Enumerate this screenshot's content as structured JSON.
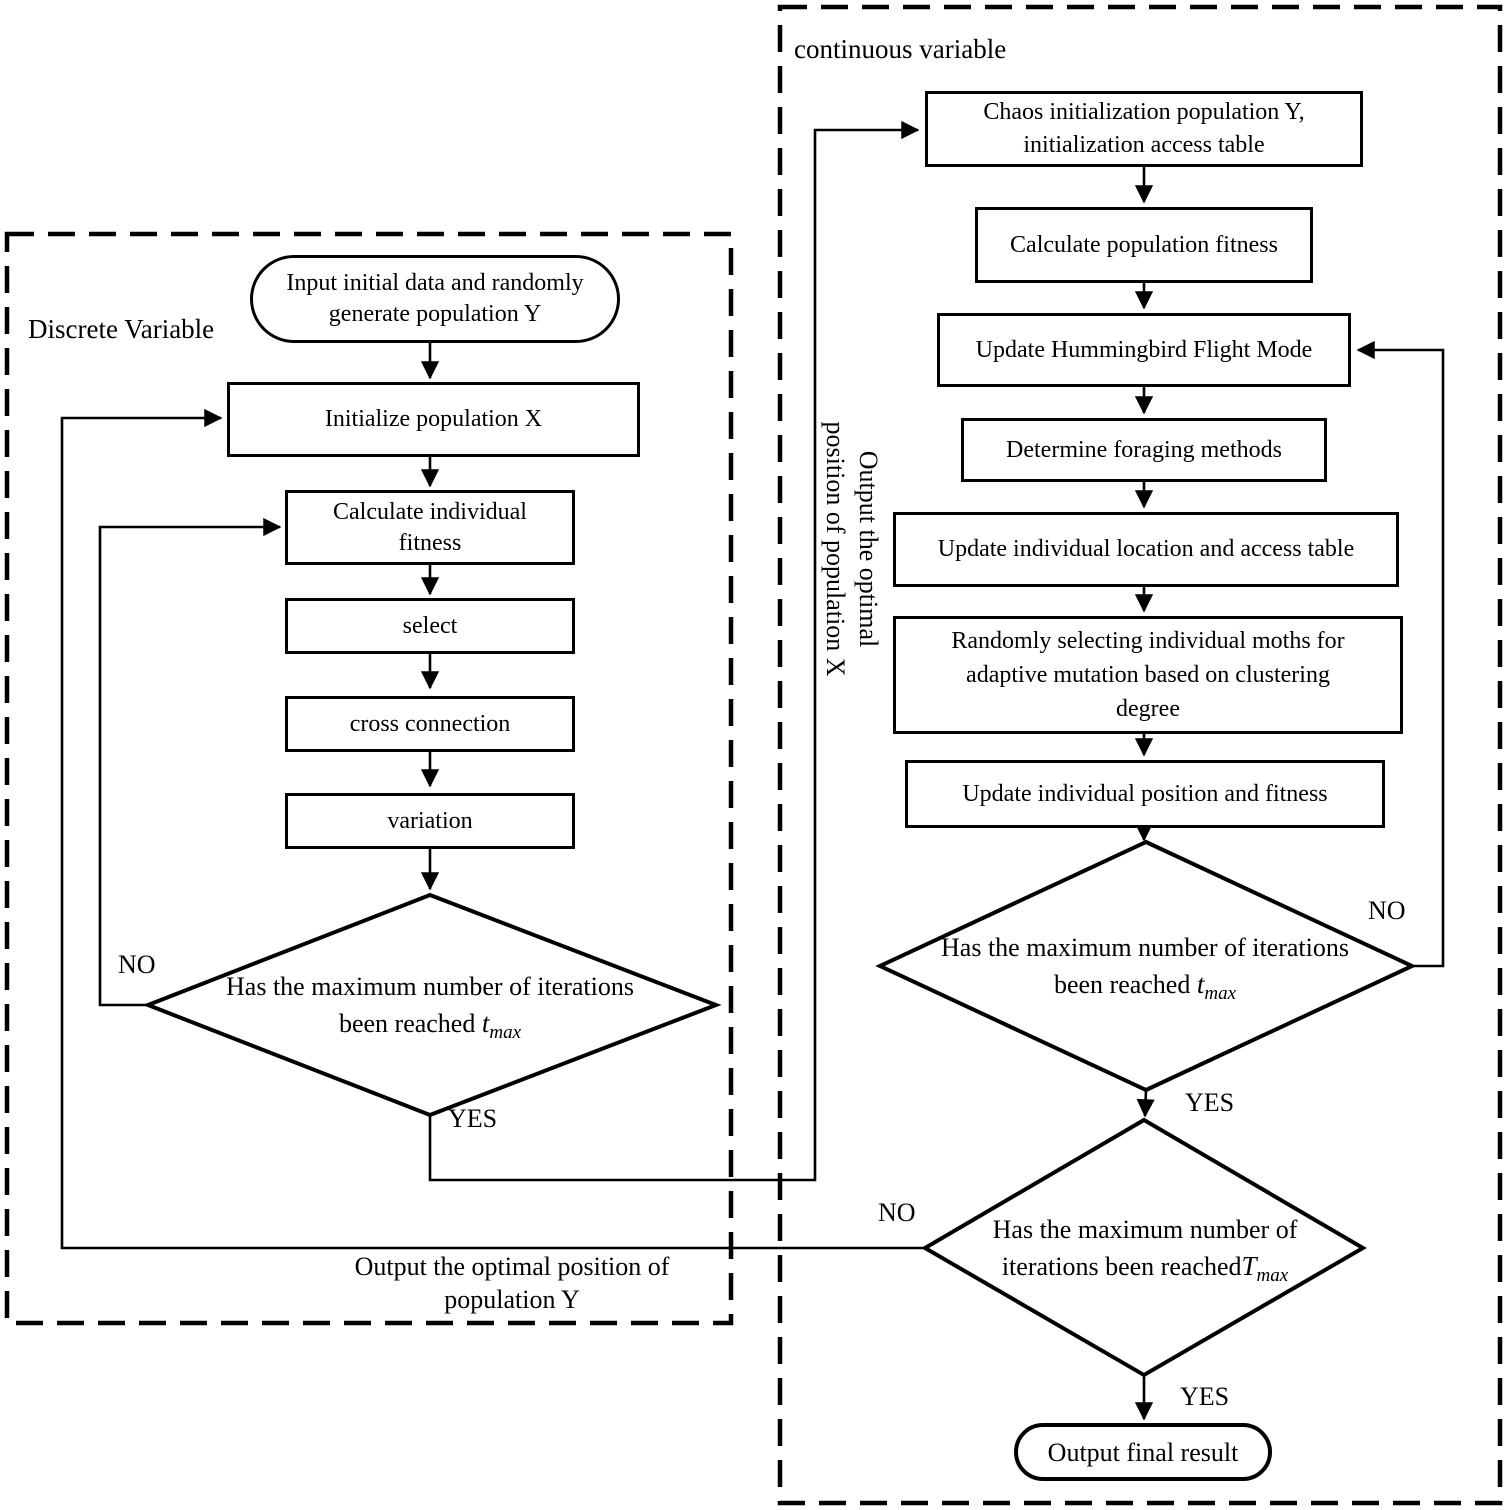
{
  "labels": {
    "discrete_region": "Discrete Variable",
    "continuous_region": "continuous variable",
    "yes": "YES",
    "no": "NO"
  },
  "discrete": {
    "start": "Input initial data and randomly\ngenerate population Y",
    "initialize": "Initialize population X",
    "calc_fitness": "Calculate individual\nfitness",
    "select": "select",
    "cross": "cross connection",
    "variation": "variation",
    "decision": {
      "line1": "Has the maximum number of iterations",
      "line2_prefix": "been reached ",
      "symbol": "t",
      "subscript": "max"
    },
    "output_note": "Output the optimal position of\npopulation Y"
  },
  "continuous": {
    "chaos": "Chaos initialization population Y,\ninitialization access table",
    "calc_population_fitness": "Calculate population fitness",
    "update_flight_mode": "Update Hummingbird Flight Mode",
    "determine_foraging": "Determine foraging methods",
    "update_location": "Update individual location and access table",
    "randomly_selecting": "Randomly selecting individual moths for\nadaptive mutation based on clustering\ndegree",
    "update_position": "Update individual position and fitness",
    "decision_iterations": {
      "line1": "Has the maximum number of iterations",
      "line2_prefix": "been reached ",
      "symbol": "t",
      "subscript": "max"
    },
    "decision_final": {
      "line1": "Has the maximum number of",
      "line2_prefix": "iterations been reached",
      "symbol": "T",
      "subscript": "max"
    },
    "output_note_vertical": "Output the optimal\nposition of population X",
    "end": "Output final result"
  }
}
